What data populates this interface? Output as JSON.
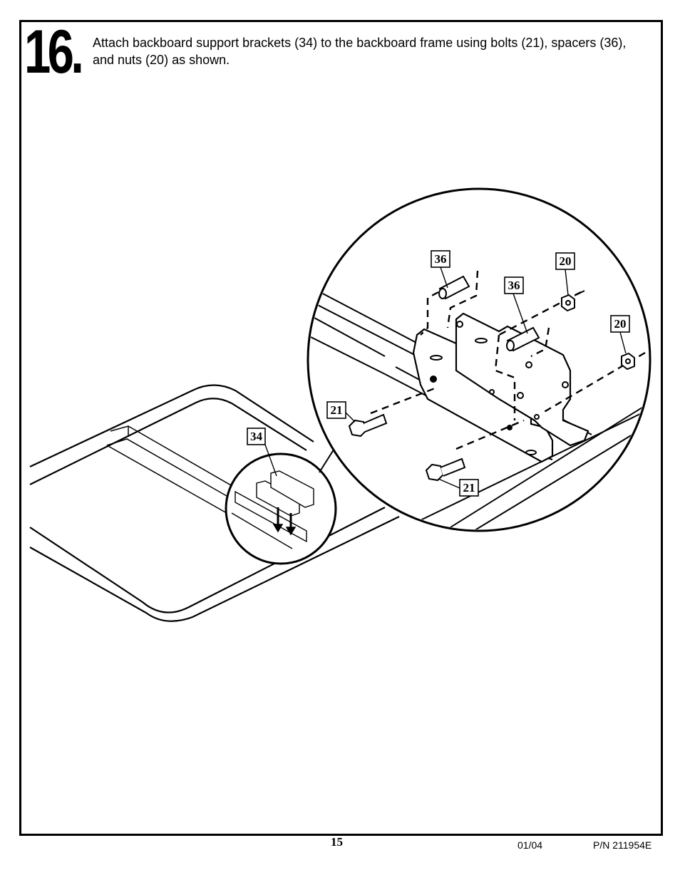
{
  "step": {
    "number": "16.",
    "instruction": "Attach backboard support brackets (34) to the backboard frame using bolts (21), spacers (36), and nuts (20) as shown."
  },
  "callouts": {
    "bracket": "34",
    "spacer_left": "36",
    "spacer_right": "36",
    "nut_top": "20",
    "nut_right": "20",
    "bolt_left": "21",
    "bolt_bottom": "21"
  },
  "footer": {
    "page_number": "15",
    "date_code": "01/04",
    "part_number": "P/N 211954E"
  }
}
